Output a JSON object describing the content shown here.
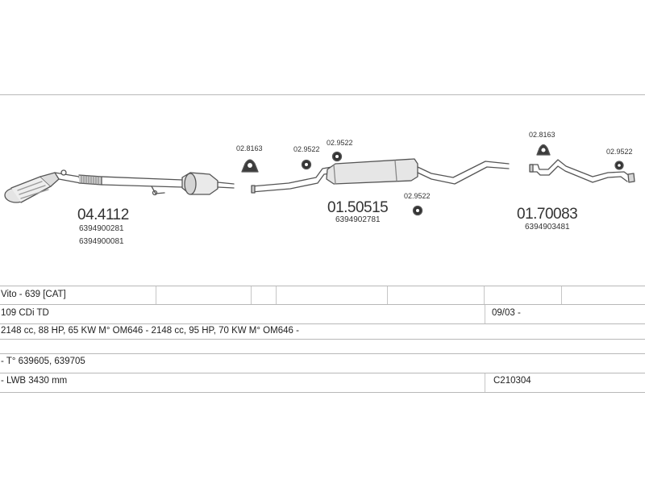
{
  "parts": {
    "cat_assembly": {
      "number": "04.4112",
      "oem1": "6394900281",
      "oem2": "6394900081"
    },
    "middle_silencer": {
      "number": "01.50515",
      "oem": "6394902781"
    },
    "rear_pipe": {
      "number": "01.70083",
      "oem": "6394903481"
    },
    "hanger_1": "02.8163",
    "rubber_1": "02.9522",
    "rubber_2": "02.9522",
    "rubber_3": "02.9522",
    "hanger_2": "02.8163",
    "rubber_4": "02.9522"
  },
  "table": {
    "model": "Vito - 639  [CAT]",
    "variant": "109 CDi TD",
    "date_range": "09/03 -",
    "engines": "2148 cc, 88 HP, 65 KW M° OM646 - 2148 cc, 95 HP, 70 KW M° OM646 -",
    "types": "- T° 639605, 639705",
    "wheelbase": "- LWB 3430 mm",
    "code": "C210304"
  }
}
